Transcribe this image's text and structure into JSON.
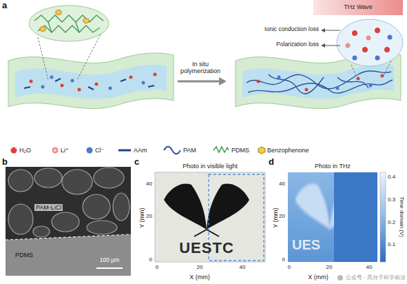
{
  "diagram": {
    "labels": [
      "a",
      "THz Wave",
      "Ionic conduction loss",
      "Polarization loss",
      "In situ polymerization",
      "b",
      "PAM-LiCl",
      "PDMS",
      "100 μm",
      "c",
      "Photo in visible light",
      "40",
      "20",
      "0",
      "Y (mm)",
      "0",
      "20",
      "40",
      "X (mm)",
      "UESTC",
      "d",
      "Photo in THz",
      "40",
      "20",
      "0",
      "Y (mm)",
      "0",
      "20",
      "40",
      "X (mm)",
      "UES",
      "0.4",
      "0.3",
      "0.2",
      "0.1",
      "Time domain (V)",
      "公众号 · 高分子科学前沿"
    ],
    "legend": [
      {
        "text": "H₂O"
      },
      {
        "text": "Li⁺"
      },
      {
        "text": "Cl⁻"
      },
      {
        "text": "AAm"
      },
      {
        "text": "PAM"
      },
      {
        "text": "PDMS"
      },
      {
        "text": "Benzophenone"
      }
    ]
  }
}
